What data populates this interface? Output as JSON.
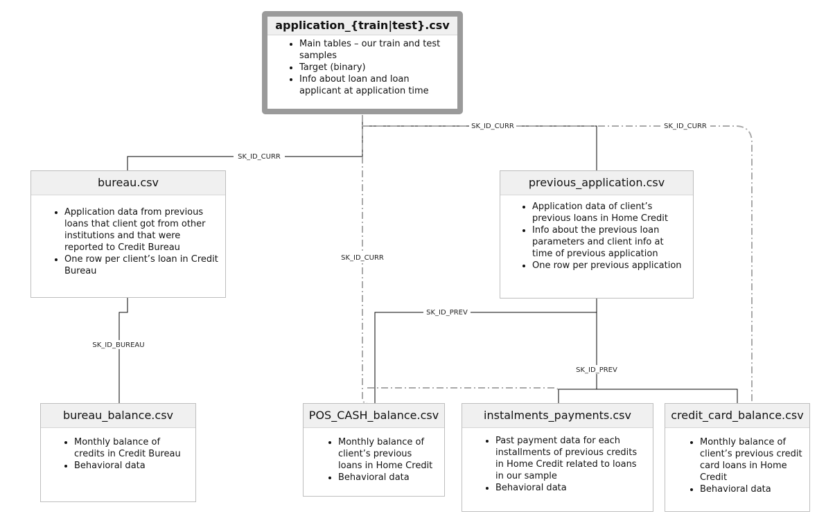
{
  "tables": {
    "main": {
      "title": "application_{train|test}.csv",
      "bullets": [
        "Main tables – our train and test samples",
        "Target (binary)",
        "Info about loan and loan applicant at application time"
      ]
    },
    "bureau": {
      "title": "bureau.csv",
      "bullets": [
        "Application data from previous loans that client got from other institutions and that were reported to Credit Bureau",
        "One row per client’s loan in Credit Bureau"
      ]
    },
    "previous_application": {
      "title": "previous_application.csv",
      "bullets": [
        "Application data of client’s previous loans in Home Credit",
        "Info about the previous loan parameters and client info at time of previous application",
        "One row per previous application"
      ]
    },
    "bureau_balance": {
      "title": "bureau_balance.csv",
      "bullets": [
        "Monthly balance of credits in Credit Bureau",
        "Behavioral data"
      ]
    },
    "pos_cash_balance": {
      "title": "POS_CASH_balance.csv",
      "bullets": [
        "Monthly balance of client’s previous loans in Home Credit",
        "Behavioral data"
      ]
    },
    "instalments_payments": {
      "title": "instalments_payments.csv",
      "bullets": [
        "Past payment data for each installments of previous credits in Home Credit related to loans in our sample",
        "Behavioral data"
      ]
    },
    "credit_card_balance": {
      "title": "credit_card_balance.csv",
      "bullets": [
        "Monthly balance of client’s previous credit card loans in Home Credit",
        "Behavioral data"
      ]
    }
  },
  "links": {
    "main_bureau": "SK_ID_CURR",
    "main_prev": "SK_ID_CURR",
    "main_cc": "SK_ID_CURR",
    "main_pos": "SK_ID_CURR",
    "bureau_bb": "SK_ID_BUREAU",
    "prev_pos": "SK_ID_PREV",
    "prev_inst": "SK_ID_PREV"
  },
  "colors": {
    "solid_link": "#000000",
    "dashed_link": "#a8a8a8",
    "main_border": "#9a9a9a"
  }
}
